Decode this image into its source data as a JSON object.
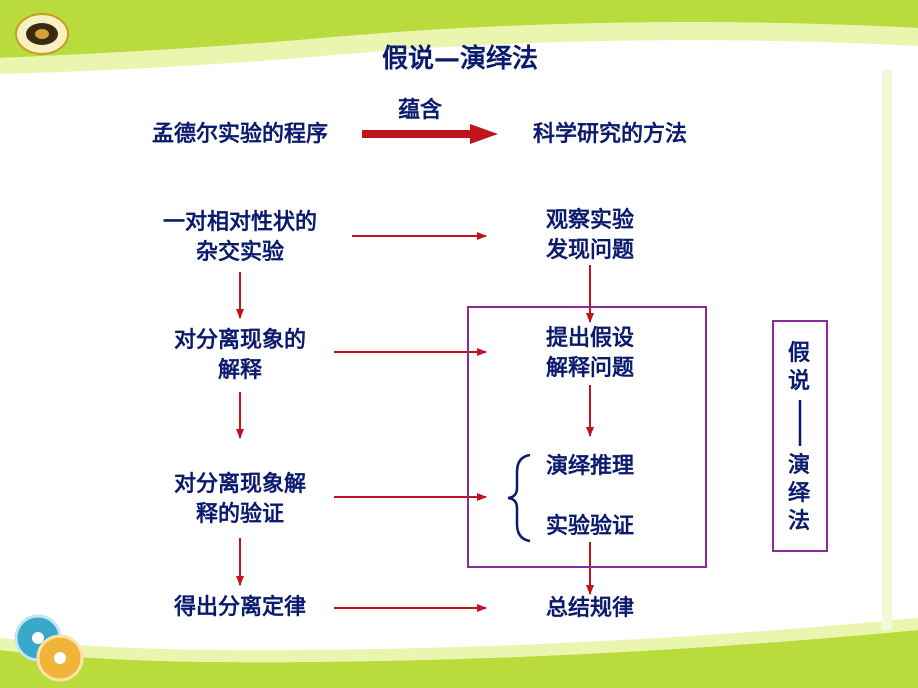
{
  "title": "假说—演绎法",
  "header_left": "孟德尔实验的程序",
  "header_arrow_label": "蕴含",
  "header_right": "科学研究的方法",
  "left_steps": [
    {
      "line1": "一对相对性状的",
      "line2": "杂交实验"
    },
    {
      "line1": "对分离现象的",
      "line2": "解释"
    },
    {
      "line1": "对分离现象解",
      "line2": "释的验证"
    },
    {
      "line1": "得出分离定律",
      "line2": ""
    }
  ],
  "right_steps": [
    {
      "line1": "观察实验",
      "line2": "发现问题"
    },
    {
      "line1": "提出假设",
      "line2": "解释问题"
    },
    {
      "line1": "演绎推理",
      "line2": ""
    },
    {
      "line1": "实验验证",
      "line2": ""
    },
    {
      "line1": "总结规律",
      "line2": ""
    }
  ],
  "side_label": {
    "top": "假说",
    "bottom": "演绎法"
  },
  "colors": {
    "text": "#0a1a6e",
    "arrow": "#c0141e",
    "box": "#8b2a9a",
    "band_green": "#b9dc3c",
    "band_light": "#eaf6b0"
  },
  "icons": {
    "logo": "school-emblem-icon",
    "discs": "cd-discs-icon"
  }
}
